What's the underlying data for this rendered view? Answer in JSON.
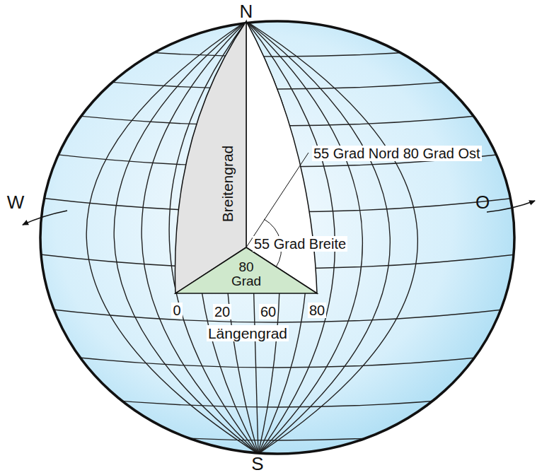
{
  "diagram": {
    "nodes": [
      {
        "text": [
          "Breitengrad"
        ]
      },
      {
        "text": [
          "80 Grad"
        ]
      }
    ],
    "labels": [
      "N",
      "S",
      "W",
      "O",
      "55 Grad Nord 80 Grad Ost",
      "55 Grad Breite",
      "0",
      "20",
      "60",
      "80",
      "Längengrad"
    ]
  }
}
